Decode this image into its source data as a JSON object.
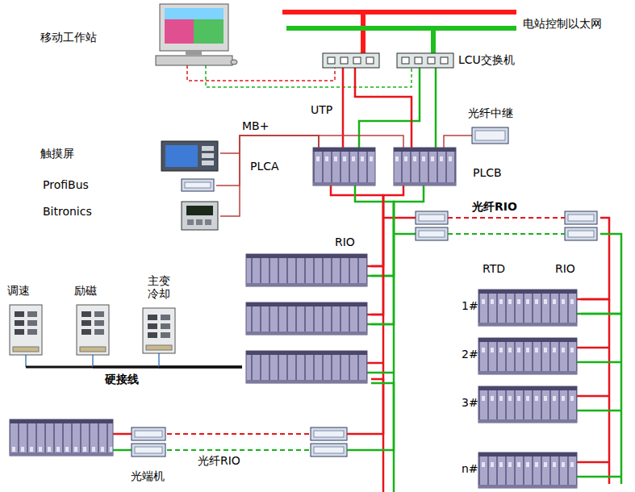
{
  "diagram": {
    "nodes": [
      {
        "text": [
          "电站控制以太网"
        ]
      },
      {
        "text": [
          "移动工作站"
        ]
      },
      {
        "text": [
          "LCU交换机"
        ]
      },
      {
        "text": [
          "触摸屏"
        ]
      },
      {
        "text": [
          "ProfiBus"
        ]
      },
      {
        "text": [
          "Bitronics"
        ]
      },
      {
        "text": [
          "光纤中继"
        ]
      },
      {
        "text": [
          "PLCA"
        ]
      },
      {
        "text": [
          "PLCB"
        ]
      },
      {
        "text": [
          "光纤RIO"
        ]
      },
      {
        "text": [
          "RIO"
        ]
      },
      {
        "text": [
          "调速"
        ]
      },
      {
        "text": [
          "励磁"
        ]
      },
      {
        "text": [
          "主变 冷却"
        ]
      },
      {
        "text": [
          "RTD"
        ]
      },
      {
        "text": [
          "1#"
        ],
        "in": 14
      },
      {
        "text": [
          "2#"
        ],
        "in": 14
      },
      {
        "text": [
          "3#"
        ],
        "in": 14
      },
      {
        "text": [
          "n#"
        ],
        "in": 14
      },
      {
        "text": [
          "光端机"
        ]
      }
    ],
    "edges": [
      {
        "from": 2,
        "to": 0,
        "arrow": "none"
      },
      {
        "from": 1,
        "to": 2,
        "arrow": "none"
      },
      {
        "from": 2,
        "to": 7,
        "arrow": "none"
      },
      {
        "from": 2,
        "to": 8,
        "arrow": "none"
      },
      {
        "from": 7,
        "to": 8,
        "arrow": "none"
      },
      {
        "from": 3,
        "to": 7,
        "arrow": "none"
      },
      {
        "from": 4,
        "to": 7,
        "arrow": "none"
      },
      {
        "from": 5,
        "to": 7,
        "arrow": "none"
      },
      {
        "from": 8,
        "to": 6,
        "arrow": "none"
      },
      {
        "from": 7,
        "to": 10,
        "arrow": "none"
      },
      {
        "from": 8,
        "to": 10,
        "arrow": "none"
      },
      {
        "from": 9,
        "to": 14,
        "arrow": "none"
      },
      {
        "from": 11,
        "to": 10,
        "arrow": "none"
      },
      {
        "from": 12,
        "to": 10,
        "arrow": "none"
      },
      {
        "from": 13,
        "to": 10,
        "arrow": "none"
      },
      {
        "from": 19,
        "to": 10,
        "arrow": "none"
      }
    ],
    "labels": [
      "UTP",
      "MB+",
      "硬接线",
      "光纤RIO",
      "RIO"
    ]
  }
}
